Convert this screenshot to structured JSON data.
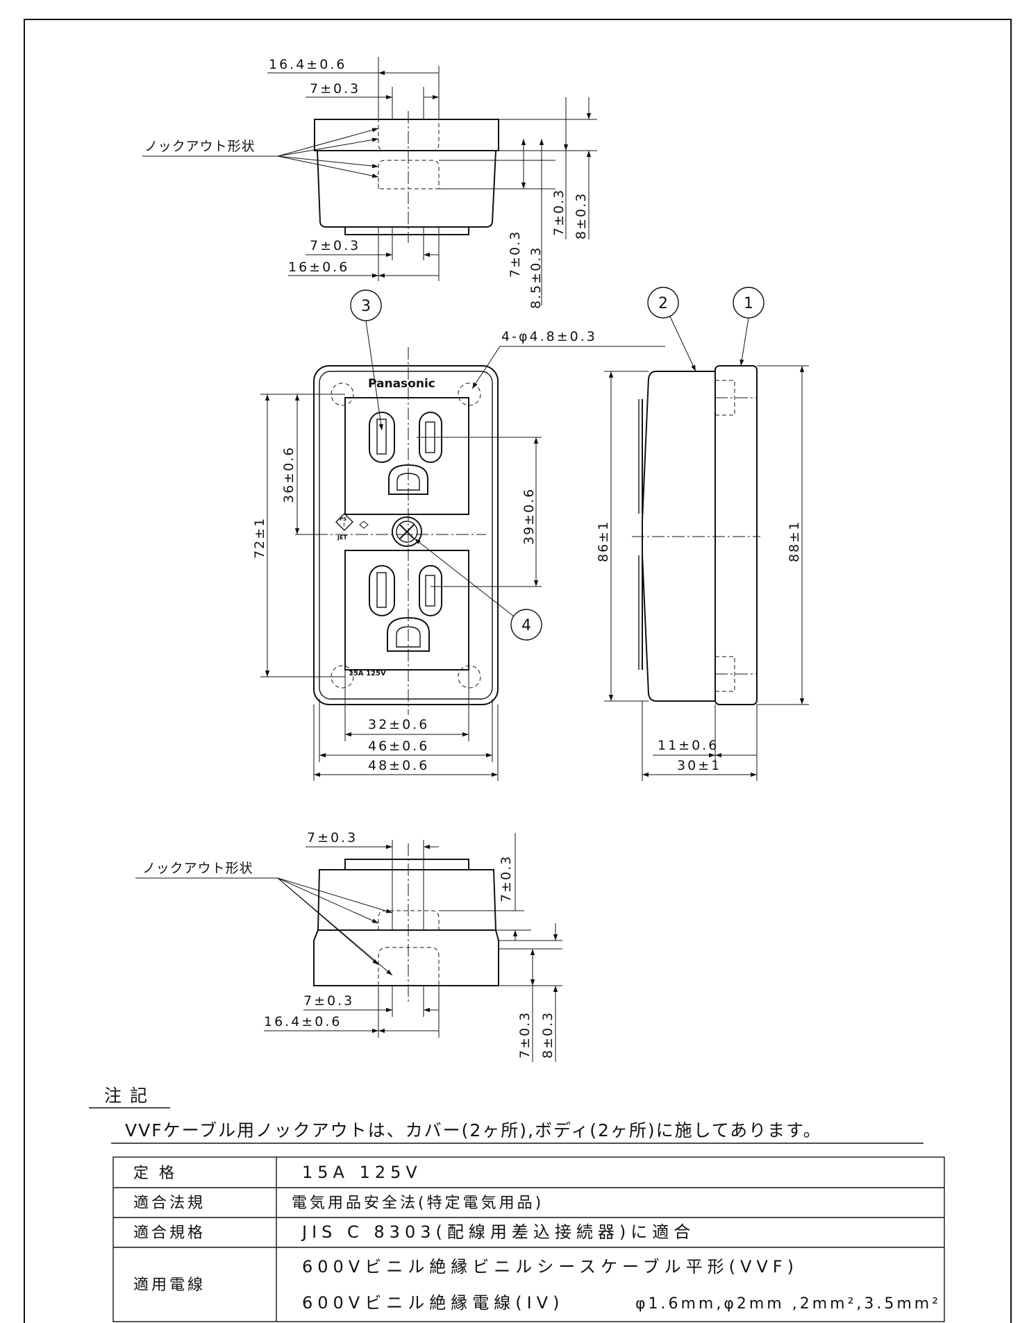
{
  "views": {
    "top": {
      "knockout_label": "ノックアウト形状",
      "dims": {
        "top1": "16.4±0.6",
        "top2": "7±0.3",
        "bottom1": "7±0.3",
        "bottom2": "16±0.6",
        "v1": "7±0.3",
        "v2": "8.5±0.3",
        "v3": "7±0.3",
        "v4": "8±0.3"
      }
    },
    "front": {
      "brand": "Panasonic",
      "rating_mark": "15A 125V",
      "pse_mark_top": "PS",
      "pse_mark_mid": "E",
      "pse_mark_bottom": "JET",
      "holes_dim": "4-φ4.8±0.3",
      "dims": {
        "h_outer": "72±1",
        "h_upper": "36±0.6",
        "h_face": "39±0.6",
        "w_inner": "32±0.6",
        "w_mid": "46±0.6",
        "w_outer": "48±0.6"
      }
    },
    "side": {
      "dims": {
        "h_body": "86±1",
        "h_cover": "88±1",
        "w_cover": "11±0.6",
        "w_total": "30±1"
      }
    },
    "bottom": {
      "knockout_label": "ノックアウト形状",
      "dims": {
        "top": "7±0.3",
        "bottom1": "7±0.3",
        "bottom2": "16.4±0.6",
        "v_upper": "7±0.3",
        "v1": "7±0.3",
        "v2": "8±0.3"
      }
    },
    "balloons": [
      "1",
      "2",
      "3",
      "4"
    ]
  },
  "notes": {
    "heading": "注 記",
    "text": "VVFケーブル用ノックアウトは、カバー(2ヶ所),ボディ(2ヶ所)に施してあります。"
  },
  "spec_table": [
    {
      "label": "定 格",
      "value": "15A 125V"
    },
    {
      "label": "適合法規",
      "value": "電気用品安全法(特定電気用品)"
    },
    {
      "label": "適合規格",
      "value": "JIS C 8303(配線用差込接続器)に適合"
    },
    {
      "label": "適用電線",
      "value": "600Vビニル絶縁ビニルシースケーブル平形(VVF)",
      "value2": "600Vビニル絶縁電線(IV)",
      "value3": "φ1.6mm,φ2mm ,2mm²,3.5mm²"
    }
  ]
}
